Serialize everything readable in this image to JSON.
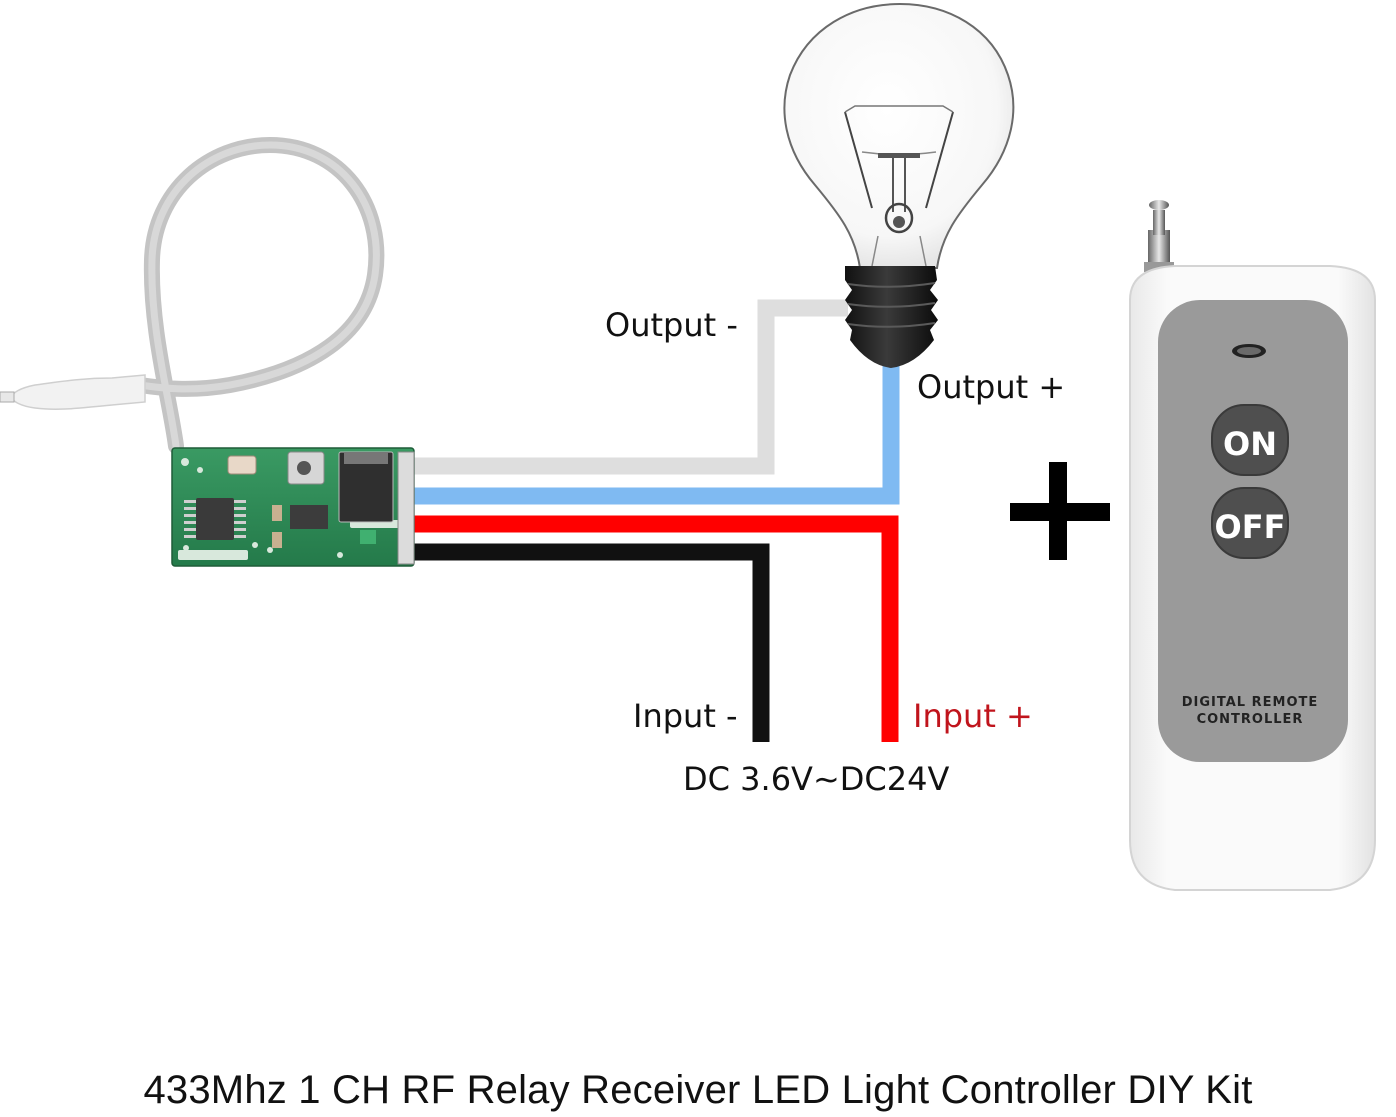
{
  "title": "433Mhz 1 CH RF Relay Receiver LED Light Controller DIY Kit",
  "labels": {
    "output_minus": "Output -",
    "output_plus": "Output +",
    "input_minus": "Input -",
    "input_plus": "Input +",
    "voltage_range": "DC 3.6V~DC24V"
  },
  "remote": {
    "button_on": "ON",
    "button_off": "OFF",
    "brand_line1": "DIGITAL REMOTE",
    "brand_line2": "CONTROLLER"
  },
  "colors": {
    "wire_output_minus": "#dedede",
    "wire_output_plus": "#7fbaf2",
    "wire_input_plus": "#ff0000",
    "wire_input_minus": "#111111",
    "input_plus_label": "#c0141c",
    "pcb": "#2f8f5a",
    "remote_body": "#f4f4f4",
    "remote_panel": "#9a9a9a",
    "remote_button": "#555555"
  },
  "components": [
    {
      "name": "RF relay receiver module",
      "type": "pcb-with-antenna"
    },
    {
      "name": "Incandescent light bulb",
      "type": "load"
    },
    {
      "name": "Remote controller",
      "type": "transmitter"
    }
  ]
}
